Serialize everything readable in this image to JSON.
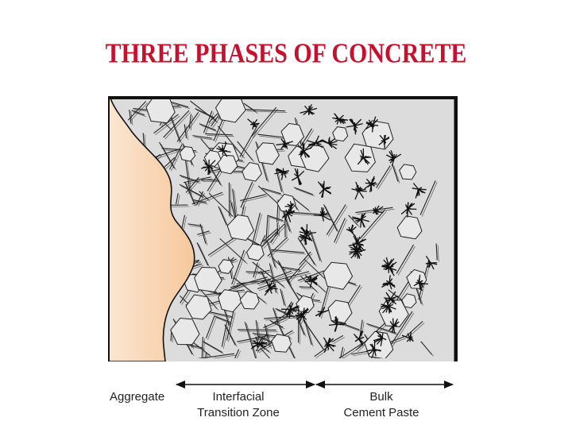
{
  "title": "THREE PHASES OF CONCRETE",
  "diagram": {
    "labels": {
      "aggregate": "Aggregate",
      "itz_line1": "Interfacial",
      "itz_line2": "Transition Zone",
      "bulk_line1": "Bulk",
      "bulk_line2": "Cement Paste"
    },
    "colors": {
      "title": "#c8102e",
      "aggregate_fill": "#f9d3ae",
      "paste_fill": "#dcdcdc",
      "outline": "#111111"
    }
  }
}
